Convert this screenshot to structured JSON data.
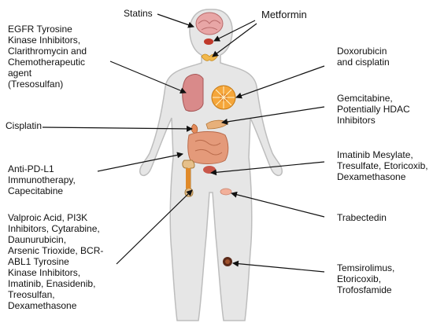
{
  "labels": {
    "statins": "Statins",
    "metformin": "Metformin",
    "egfr": "EGFR Tyrosine\nKinase Inhibitors,\nClarithromycin and\nChemotherapeutic\nagent\n(Tresosulfan)",
    "doxorubicin": "Doxorubicin\nand cisplatin",
    "gemcitabine": "Gemcitabine,\nPotentially HDAC\nInhibitors",
    "cisplatin": "Cisplatin",
    "imatinib": "Imatinib Mesylate,\nTresulfate, Etoricoxib,\nDexamethasone",
    "antipdl1": "Anti-PD-L1\nImmunotherapy,\nCapecitabine",
    "trabectedin": "Trabectedin",
    "valproic": "Valproic Acid, PI3K\nInhibitors, Cytarabine,\nDaunurubicin,\nArsenic Trioxide, BCR-\nABL1 Tyrosine\nKinase Inhibitors,\nImatinib, Enasidenib,\nTreosulfan,\nDexamethasone",
    "temsirolimus": "Temsirolimus,\nEtoricoxib,\nTrofosfamide"
  },
  "colors": {
    "body_fill": "#e6e6e6",
    "body_stroke": "#bdbdbd",
    "arrow": "#111111",
    "brain": "#e8a6a6",
    "lung": "#d98a8a",
    "breast": "#f5a63a",
    "intestine": "#e49a7a",
    "bone": "#e6c08a",
    "tumor": "#5b2a1a"
  }
}
